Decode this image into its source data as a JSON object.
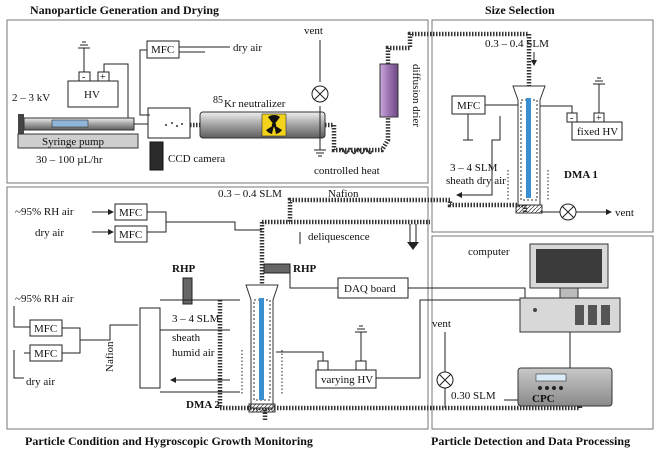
{
  "sections": {
    "generation": "Nanoparticle Generation and Drying",
    "selection": "Size Selection",
    "condition": "Particle Condition and Hygroscopic Growth Monitoring",
    "detection": "Particle Detection and Data Processing"
  },
  "generation": {
    "voltage": "2 – 3 kV",
    "hv": "HV",
    "plus": "+",
    "minus": "-",
    "syringe_pump": "Syringe pump",
    "flow_rate": "30 – 100 µL/hr",
    "mfc": "MFC",
    "dry_air": "dry air",
    "neutralizer_sup": "85",
    "neutralizer": "Kr neutralizer",
    "ccd_camera": "CCD camera",
    "vent": "vent",
    "controlled_heat": "controlled heat",
    "diffusion_drier": "diffusion drier"
  },
  "selection": {
    "aerosol_flow": "0.3 – 0.4 SLM",
    "mfc": "MFC",
    "sheath_flow": "3 – 4 SLM",
    "sheath_label": "sheath dry air",
    "fixed_hv": "fixed HV",
    "dma1": "DMA 1",
    "vent": "vent"
  },
  "condition": {
    "rh_air_1": "~95% RH air",
    "dry_air_1": "dry air",
    "mfc": "MFC",
    "aerosol_flow": "0.3 – 0.4 SLM",
    "nafion_top": "Nafion",
    "deliquescence": "deliquescence",
    "rhp_1": "RHP",
    "rhp_2": "RHP",
    "daq_board": "DAQ board",
    "rh_air_2": "~95% RH air",
    "dry_air_2": "dry air",
    "nafion_side": "Nafion",
    "sheath_flow": "3 – 4 SLM",
    "sheath_line1": "sheath",
    "sheath_line2": "humid air",
    "varying_hv": "varying HV",
    "dma2": "DMA 2"
  },
  "detection": {
    "computer": "computer",
    "vent": "vent",
    "cpc_flow": "0.30 SLM",
    "cpc": "CPC"
  },
  "colors": {
    "drier": "#9a70b0",
    "column_inner": "#3a8fd0",
    "column_outer": "#cfe4f2",
    "rhp": "#666666",
    "neutralizer_body": "#b8b8b8",
    "radiation": "#f2d21b",
    "cpc_body": "#9a9a9a"
  }
}
